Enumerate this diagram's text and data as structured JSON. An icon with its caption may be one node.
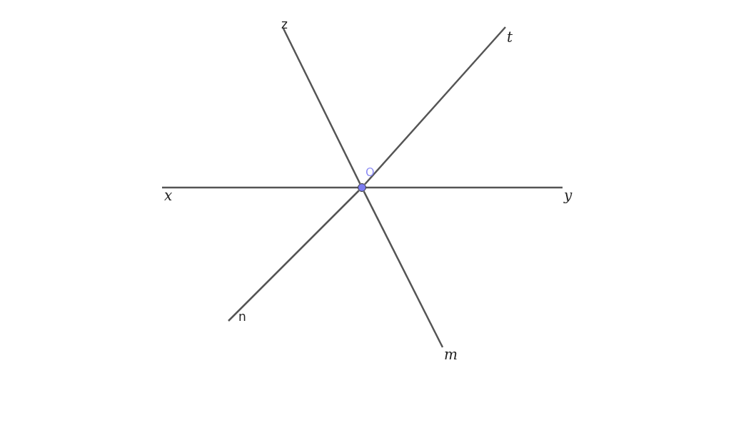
{
  "diagram": {
    "nodes": [
      {
        "text": [
          "z"
        ]
      },
      {
        "text": [
          "t"
        ]
      },
      {
        "text": [
          "O"
        ]
      },
      {
        "text": [
          "x"
        ]
      },
      {
        "text": [
          "y"
        ]
      },
      {
        "text": [
          "n"
        ]
      },
      {
        "text": [
          "m"
        ]
      }
    ],
    "edges": [
      {
        "from": 2,
        "to": 3,
        "arrow": "none"
      },
      {
        "from": 2,
        "to": 4,
        "arrow": "none"
      },
      {
        "from": 2,
        "to": 0,
        "arrow": "none"
      },
      {
        "from": 2,
        "to": 6,
        "arrow": "none"
      },
      {
        "from": 2,
        "to": 1,
        "arrow": "none"
      },
      {
        "from": 2,
        "to": 5,
        "arrow": "none"
      }
    ]
  }
}
